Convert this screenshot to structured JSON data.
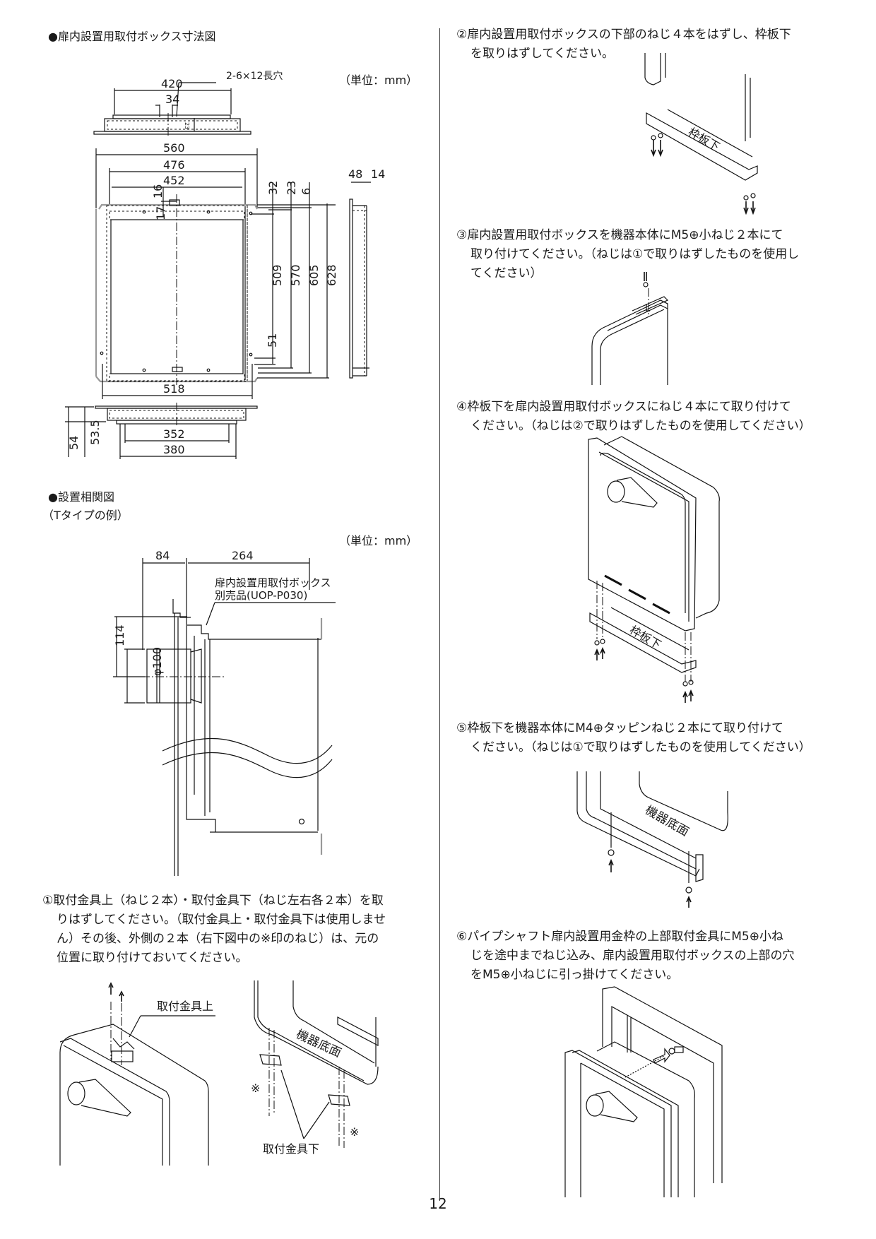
{
  "page_number": "12",
  "left": {
    "dimension_section": {
      "title": "●扉内設置用取付ボックス寸法図",
      "unit": "（単位：mm）",
      "top_view": {
        "w420": "420",
        "w34": "34",
        "slot_label": "2-6×12長穴",
        "h23": "23"
      },
      "front_view": {
        "w560": "560",
        "w476": "476",
        "w452": "452",
        "v16": "16",
        "v17": "17",
        "v32": "32",
        "v23": "23",
        "v6": "6",
        "v509": "509",
        "v570": "570",
        "v605": "605",
        "v628": "628",
        "v51": "51",
        "w518": "518"
      },
      "side_view": {
        "d48": "48",
        "d14": "14"
      },
      "bottom_view": {
        "d54": "54",
        "d53_5": "53.5",
        "w352": "352",
        "w380": "380"
      }
    },
    "correlation_section": {
      "title": "●設置相関図",
      "subtitle": "（Tタイプの例）",
      "unit": "（単位：mm）",
      "dims": {
        "d84": "84",
        "d264": "264",
        "d114": "114",
        "phi100": "φ100"
      },
      "callout_line1": "扉内設置用取付ボックス",
      "callout_line2": "別売品(UOP-P030)"
    },
    "step1": {
      "lines": [
        "①取付金具上（ねじ２本）・取付金具下（ねじ左右各２本）を取",
        "りはずしてください。（取付金具上・取付金具下は使用しませ",
        "ん）その後、外側の２本（右下図中の※印のねじ）は、元の",
        "位置に取り付けておいてください。"
      ],
      "label_upper_bracket": "取付金具上",
      "label_lower_bracket": "取付金具下",
      "label_bottom_face": "機器底面",
      "asterisk": "※"
    }
  },
  "right": {
    "step2": {
      "lines": [
        "②扉内設置用取付ボックスの下部のねじ４本をはずし、枠板下",
        "を取りはずしてください。"
      ],
      "label_frame_bottom": "枠板下"
    },
    "step3": {
      "lines": [
        "③扉内設置用取付ボックスを機器本体にM5⊕小ねじ２本にて",
        "取り付けてください。（ねじは①で取りはずしたものを使用し",
        "てください）"
      ]
    },
    "step4": {
      "lines": [
        "④枠板下を扉内設置用取付ボックスにねじ４本にて取り付けて",
        "ください。（ねじは②で取りはずしたものを使用してください）"
      ],
      "label_frame_bottom": "枠板下"
    },
    "step5": {
      "lines": [
        "⑤枠板下を機器本体にM4⊕タッピンねじ２本にて取り付けて",
        "ください。（ねじは①で取りはずしたものを使用してください）"
      ],
      "label_bottom_face": "機器底面"
    },
    "step6": {
      "lines": [
        "⑥パイプシャフト扉内設置用金枠の上部取付金具にM5⊕小ね",
        "じを途中までねじ込み、扉内設置用取付ボックスの上部の穴",
        "をM5⊕小ねじに引っ掛けてください。"
      ]
    }
  }
}
